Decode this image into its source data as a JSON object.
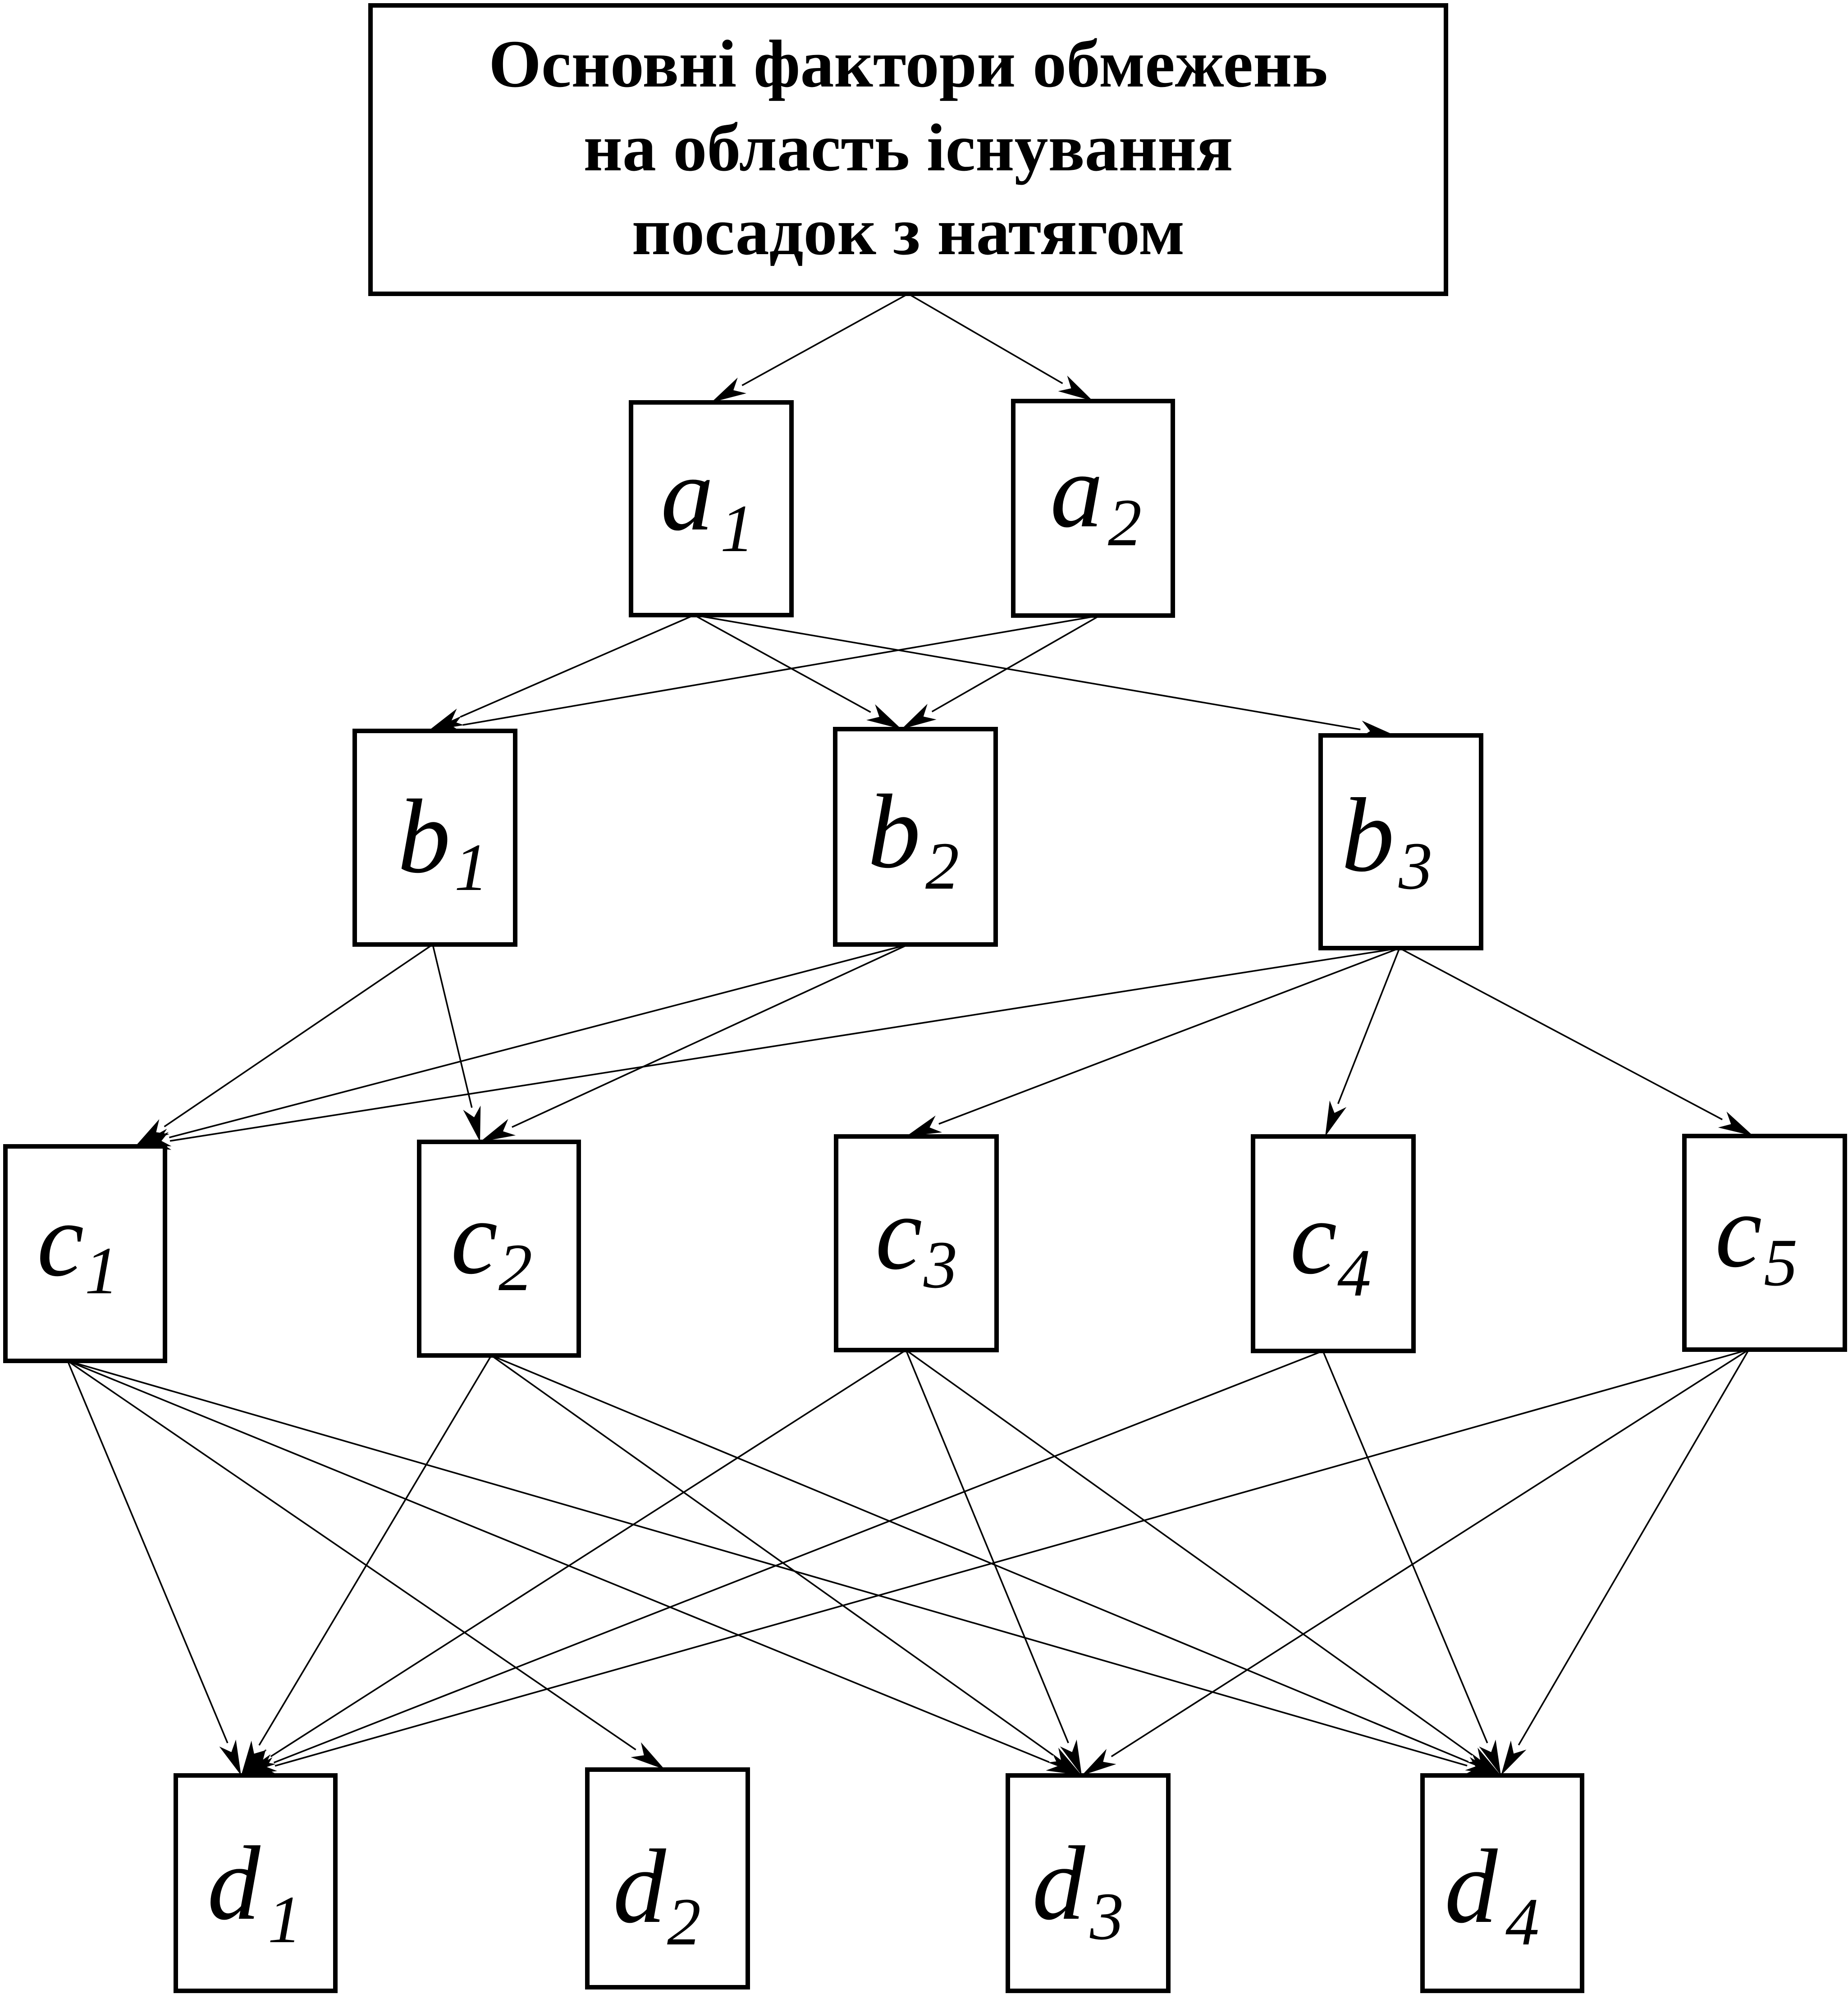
{
  "title": {
    "lines": [
      "Основні фактори обмежень",
      "на область існування",
      "посадок з натягом"
    ]
  },
  "nodes": {
    "a1": {
      "letter": "a",
      "sub": "1"
    },
    "a2": {
      "letter": "a",
      "sub": "2"
    },
    "b1": {
      "letter": "b",
      "sub": "1"
    },
    "b2": {
      "letter": "b",
      "sub": "2"
    },
    "b3": {
      "letter": "b",
      "sub": "3"
    },
    "c1": {
      "letter": "c",
      "sub": "1"
    },
    "c2": {
      "letter": "c",
      "sub": "2"
    },
    "c3": {
      "letter": "c",
      "sub": "3"
    },
    "c4": {
      "letter": "c",
      "sub": "4"
    },
    "c5": {
      "letter": "c",
      "sub": "5"
    },
    "d1": {
      "letter": "d",
      "sub": "1"
    },
    "d2": {
      "letter": "d",
      "sub": "2"
    },
    "d3": {
      "letter": "d",
      "sub": "3"
    },
    "d4": {
      "letter": "d",
      "sub": "4"
    }
  },
  "edges": [
    [
      "title",
      "a1"
    ],
    [
      "title",
      "a2"
    ],
    [
      "a1",
      "b1"
    ],
    [
      "a1",
      "b2"
    ],
    [
      "a1",
      "b3"
    ],
    [
      "a2",
      "b1"
    ],
    [
      "a2",
      "b2"
    ],
    [
      "b1",
      "c1"
    ],
    [
      "b1",
      "c2"
    ],
    [
      "b2",
      "c1"
    ],
    [
      "b2",
      "c2"
    ],
    [
      "b3",
      "c1"
    ],
    [
      "b3",
      "c3"
    ],
    [
      "b3",
      "c4"
    ],
    [
      "b3",
      "c5"
    ],
    [
      "c1",
      "d1"
    ],
    [
      "c1",
      "d2"
    ],
    [
      "c1",
      "d3"
    ],
    [
      "c1",
      "d4"
    ],
    [
      "c2",
      "d1"
    ],
    [
      "c2",
      "d3"
    ],
    [
      "c2",
      "d4"
    ],
    [
      "c3",
      "d1"
    ],
    [
      "c3",
      "d3"
    ],
    [
      "c3",
      "d4"
    ],
    [
      "c4",
      "d1"
    ],
    [
      "c4",
      "d4"
    ],
    [
      "c5",
      "d1"
    ],
    [
      "c5",
      "d3"
    ],
    [
      "c5",
      "d4"
    ]
  ]
}
